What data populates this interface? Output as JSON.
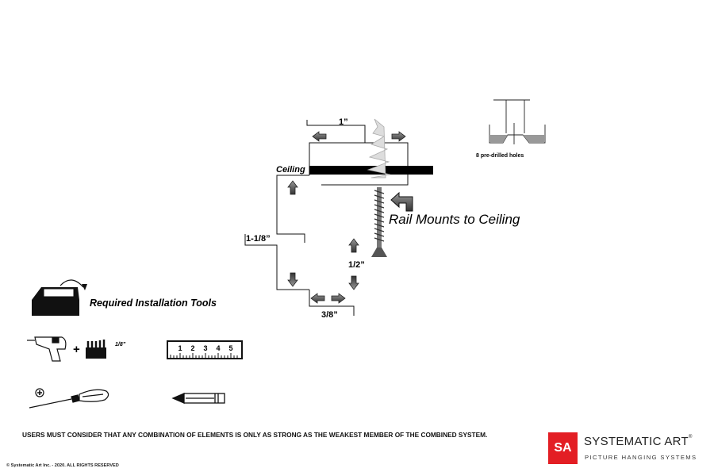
{
  "diagram": {
    "dim_width": "1”",
    "dim_height": "1-1/8”",
    "dim_hook": "1/2”",
    "dim_depth": "3/8”",
    "ceiling_label": "Ceiling",
    "mount_label": "Rail Mounts to Ceiling",
    "holes_label": "8 pre-drilled holes"
  },
  "tools": {
    "title": "Required Installation Tools",
    "drill_bit_size": "1/8”",
    "ruler_numbers": [
      "1",
      "2",
      "3",
      "4",
      "5"
    ]
  },
  "footer": {
    "warning": "USERS MUST CONSIDER THAT ANY COMBINATION OF ELEMENTS IS ONLY AS STRONG AS THE WEAKEST MEMBER OF THE COMBINED SYSTEM.",
    "copyright": "© Systematic Art Inc. - 2020. ALL RIGHTS RESERVED"
  },
  "logo": {
    "mark": "SA",
    "name": "SYSTEMATIC ART",
    "registered": "®",
    "tagline": "PICTURE HANGING SYSTEMS",
    "color": "#e31e24"
  }
}
